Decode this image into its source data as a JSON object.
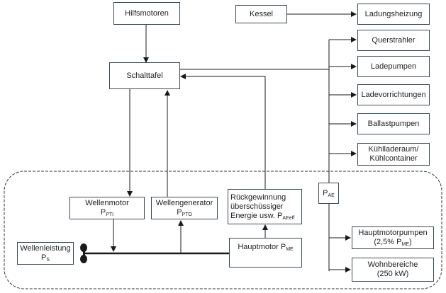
{
  "diagram": {
    "boxes": {
      "hilfsmotoren": {
        "label": "Hilfsmotoren"
      },
      "kessel": {
        "label": "Kessel"
      },
      "ladungsheizung": {
        "label": "Ladungsheizung"
      },
      "querstrahler": {
        "label": "Querstrahler"
      },
      "ladepumpen": {
        "label": "Ladepumpen"
      },
      "ladevorrichtungen": {
        "label": "Ladevorrichtungen"
      },
      "ballastpumpen": {
        "label": "Ballastpumpen"
      },
      "kuehlladeraum": {
        "line1": "Kühlladeraum/",
        "line2": "Kühlcontainer"
      },
      "schalttafel": {
        "label": "Schalttafel"
      },
      "wellenmotor": {
        "line1": "Wellenmotor",
        "symbol": "P",
        "sub": "PTI"
      },
      "wellengenerator": {
        "line1": "Wellengenerator",
        "symbol": "P",
        "sub": "PTO"
      },
      "rueckgewinnung": {
        "line1": "Rückgewinnung",
        "line2": "überschüssiger",
        "line3": "Energie usw. P",
        "sub": "AEeff"
      },
      "pae": {
        "symbol": "P",
        "sub": "AE"
      },
      "wellenleistung": {
        "line1": "Wellenleistung",
        "symbol": "P",
        "sub": "S"
      },
      "hauptmotor": {
        "label": "Hauptmotor P",
        "sub": "ME"
      },
      "hauptmotorpumpen": {
        "line1": "Hauptmotorpumpen",
        "line2a": "(2,5% P",
        "sub": "ME",
        "line2b": ")"
      },
      "wohnbereiche": {
        "line1": "Wohnbereiche",
        "line2": "(250 kW)"
      }
    },
    "colors": {
      "line": "#1a1a1a",
      "box_border": "#3a4a55",
      "boundary": "#333333"
    }
  }
}
